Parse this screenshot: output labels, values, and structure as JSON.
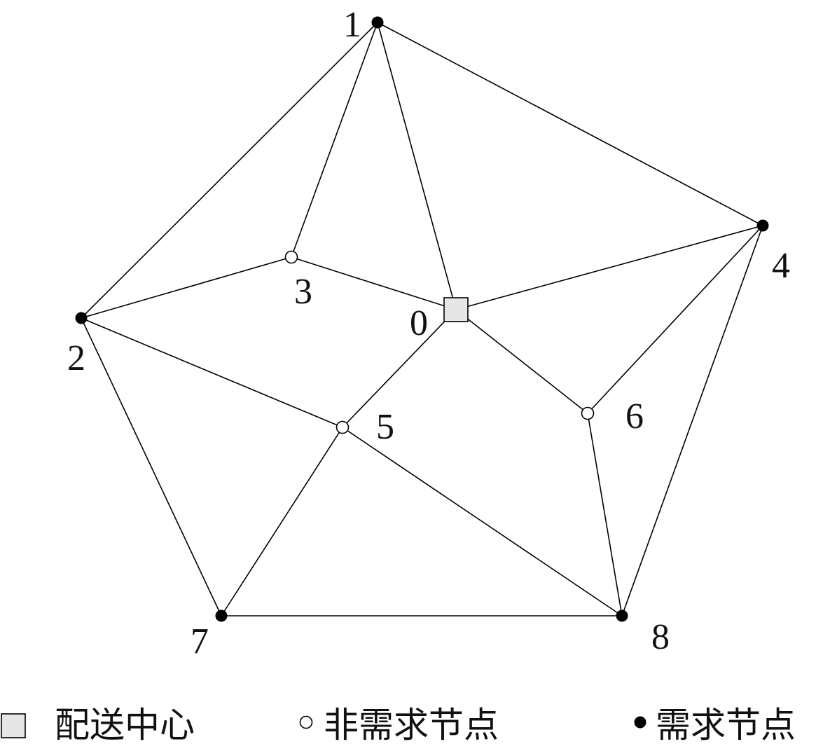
{
  "diagram": {
    "nodes": [
      {
        "id": "0",
        "label": "0",
        "type": "distribution-center"
      },
      {
        "id": "1",
        "label": "1",
        "type": "demand"
      },
      {
        "id": "2",
        "label": "2",
        "type": "demand"
      },
      {
        "id": "3",
        "label": "3",
        "type": "non-demand"
      },
      {
        "id": "4",
        "label": "4",
        "type": "demand"
      },
      {
        "id": "5",
        "label": "5",
        "type": "non-demand"
      },
      {
        "id": "6",
        "label": "6",
        "type": "non-demand"
      },
      {
        "id": "7",
        "label": "7",
        "type": "demand"
      },
      {
        "id": "8",
        "label": "8",
        "type": "demand"
      }
    ],
    "edges": [
      [
        "1",
        "4"
      ],
      [
        "1",
        "2"
      ],
      [
        "1",
        "3"
      ],
      [
        "1",
        "0"
      ],
      [
        "2",
        "3"
      ],
      [
        "3",
        "0"
      ],
      [
        "0",
        "4"
      ],
      [
        "2",
        "5"
      ],
      [
        "2",
        "7"
      ],
      [
        "0",
        "5"
      ],
      [
        "0",
        "6"
      ],
      [
        "4",
        "6"
      ],
      [
        "4",
        "8"
      ],
      [
        "5",
        "7"
      ],
      [
        "5",
        "8"
      ],
      [
        "6",
        "8"
      ],
      [
        "7",
        "8"
      ]
    ]
  },
  "legend": {
    "distribution_center": "配送中心",
    "non_demand_node": "非需求节点",
    "demand_node": "需求节点"
  },
  "colors": {
    "line": "#000000",
    "demand_fill": "#000000",
    "non_demand_fill": "#ffffff",
    "center_fill": "#e6e6e6"
  }
}
